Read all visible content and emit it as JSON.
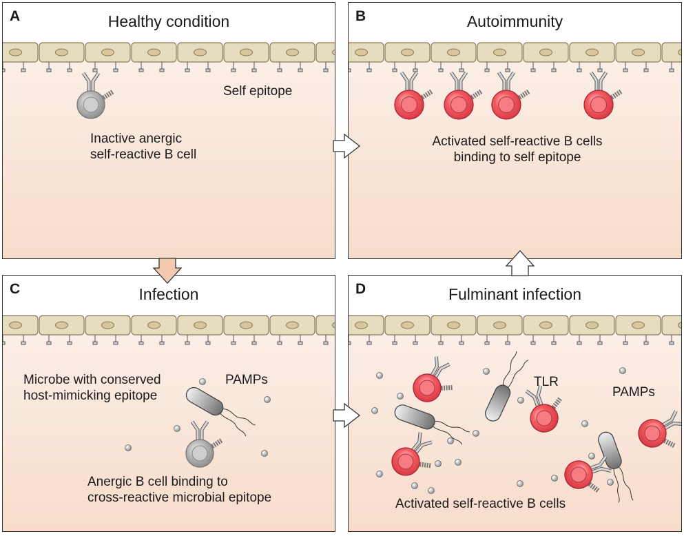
{
  "panels": {
    "a": {
      "letter": "A",
      "title": "Healthy condition",
      "self_epitope": "Self epitope",
      "cell_label": "Inactive anergic\nself-reactive B cell"
    },
    "b": {
      "letter": "B",
      "title": "Autoimmunity",
      "cell_label": "Activated self-reactive B cells\nbinding to self epitope"
    },
    "c": {
      "letter": "C",
      "title": "Infection",
      "microbe_label": "Microbe with conserved\nhost-mimicking epitope",
      "pamps": "PAMPs",
      "cell_label": "Anergic B cell binding to\ncross-reactive microbial epitope"
    },
    "d": {
      "letter": "D",
      "title": "Fulminant infection",
      "tlr": "TLR",
      "pamps": "PAMPs",
      "cell_label": "Activated self-reactive B cells"
    }
  },
  "colors": {
    "epithelium": "#e6dcc0",
    "active_b_cell": "#f25a62",
    "anergic_b_cell": "#b5b5b5",
    "arrow_fill_ac": "#f3c9b0",
    "arrow_fill_white": "#ffffff"
  }
}
